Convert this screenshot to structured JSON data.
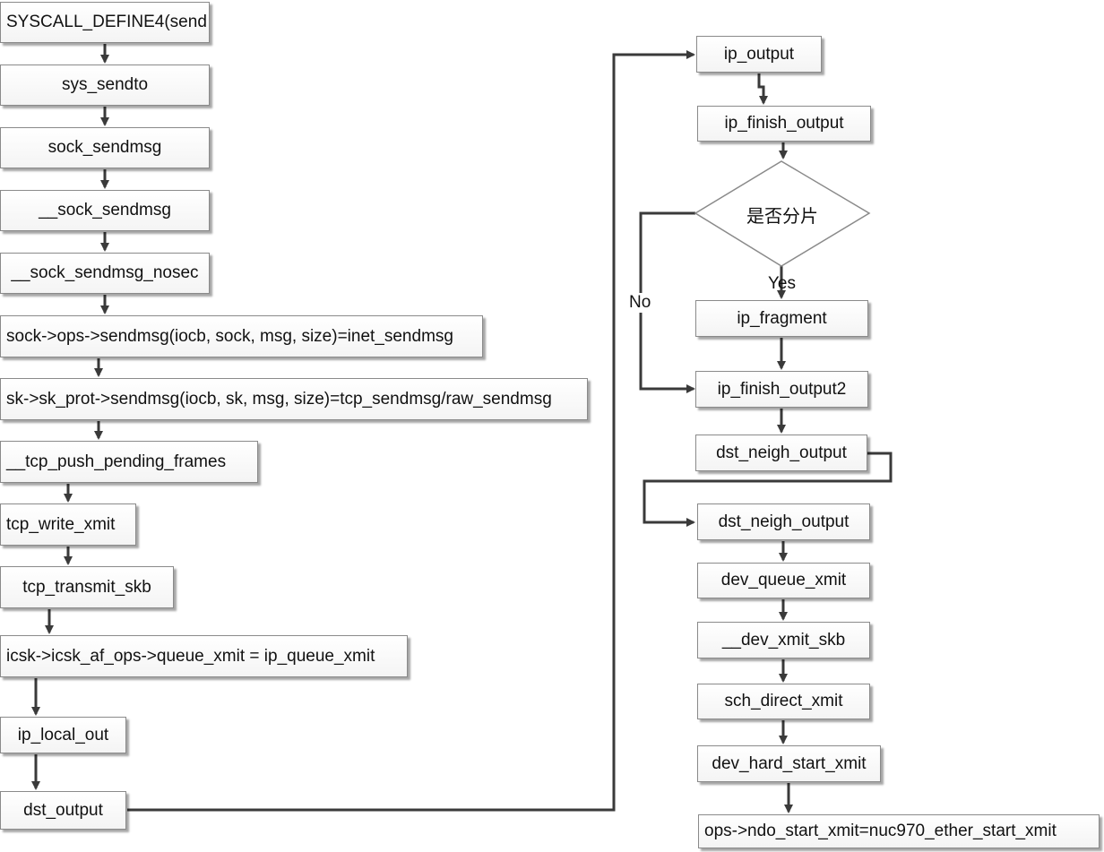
{
  "left_column": [
    "SYSCALL_DEFINE4(send",
    "sys_sendto",
    "sock_sendmsg",
    "__sock_sendmsg",
    "__sock_sendmsg_nosec",
    "sock->ops->sendmsg(iocb, sock, msg, size)=inet_sendmsg",
    "sk->sk_prot->sendmsg(iocb, sk, msg, size)=tcp_sendmsg/raw_sendmsg",
    "__tcp_push_pending_frames",
    "tcp_write_xmit",
    "tcp_transmit_skb",
    "icsk->icsk_af_ops->queue_xmit = ip_queue_xmit",
    "ip_local_out",
    "dst_output"
  ],
  "right_column": {
    "ip_output": "ip_output",
    "ip_finish_output": "ip_finish_output",
    "decision": "是否分片",
    "yes_label": "Yes",
    "no_label": "No",
    "ip_fragment": "ip_fragment",
    "ip_finish_output2": "ip_finish_output2",
    "dst_neigh_output_1": "dst_neigh_output",
    "dst_neigh_output_2": "dst_neigh_output",
    "dev_queue_xmit": "dev_queue_xmit",
    "dev_xmit_skb": "__dev_xmit_skb",
    "sch_direct_xmit": "sch_direct_xmit",
    "dev_hard_start_xmit": "dev_hard_start_xmit",
    "ndo_start_xmit": "ops->ndo_start_xmit=nuc970_ether_start_xmit"
  }
}
